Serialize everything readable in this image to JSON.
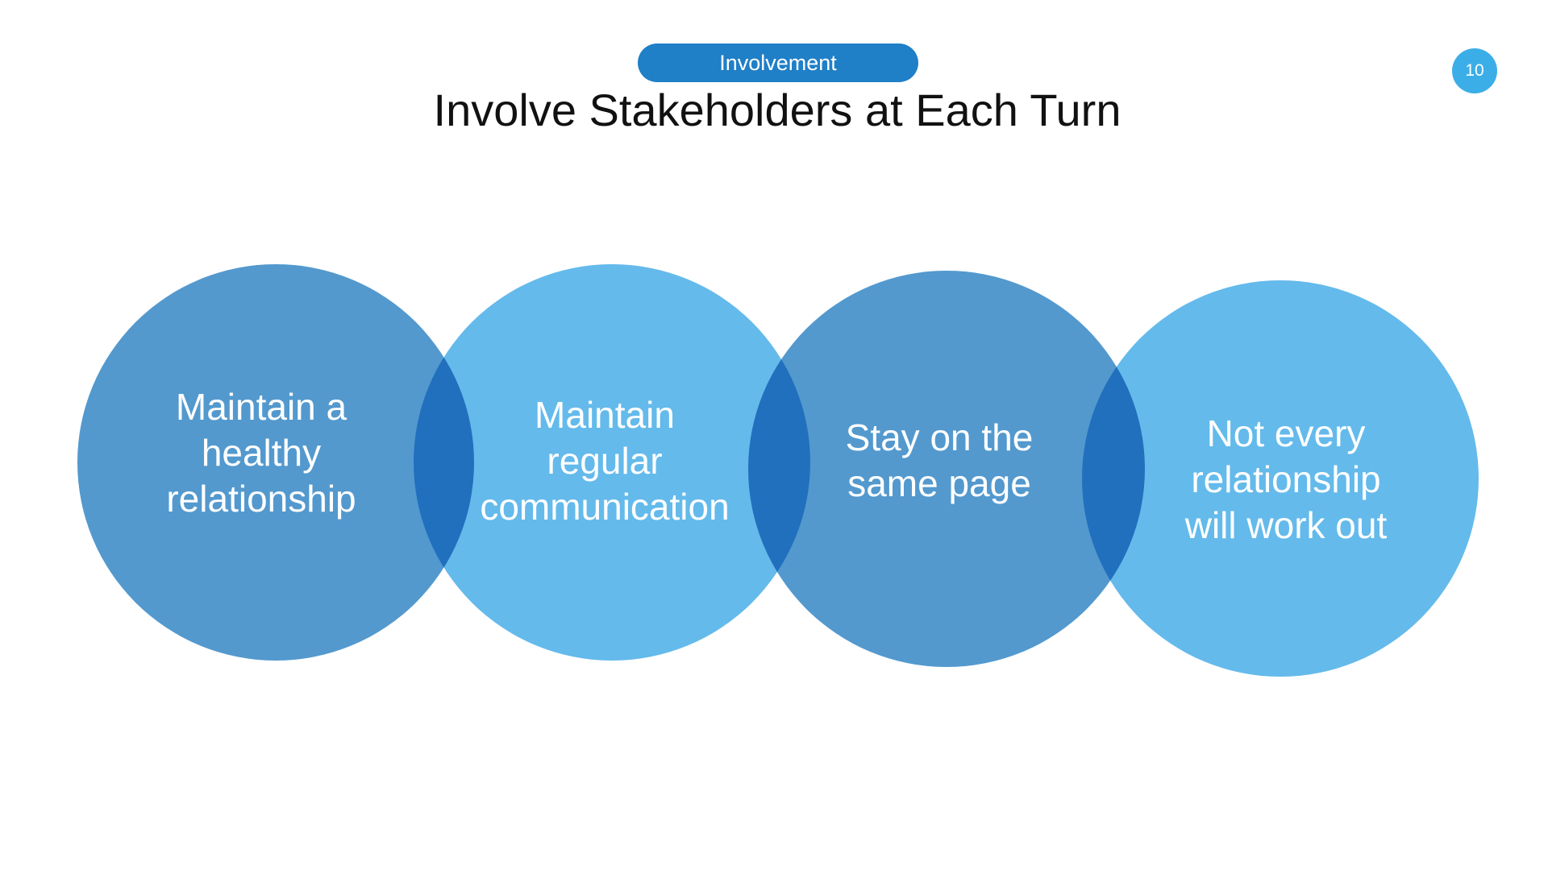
{
  "header": {
    "section_label": "Involvement",
    "title": "Involve Stakeholders at Each Turn",
    "page_number": "10"
  },
  "circles": [
    {
      "text": "Maintain a\nhealthy\nrelationship",
      "color": "#5399CE"
    },
    {
      "text": "Maintain\nregular\ncommunication",
      "color": "#64BAEB"
    },
    {
      "text": "Stay on the\nsame page",
      "color": "#5399CE"
    },
    {
      "text": "Not every\nrelationship\nwill work out",
      "color": "#64BAEB"
    }
  ],
  "colors": {
    "pill": "#1F7FC7",
    "page_badge": "#3BAEE8",
    "title": "#111111",
    "overlap": "#3FA6E3"
  }
}
